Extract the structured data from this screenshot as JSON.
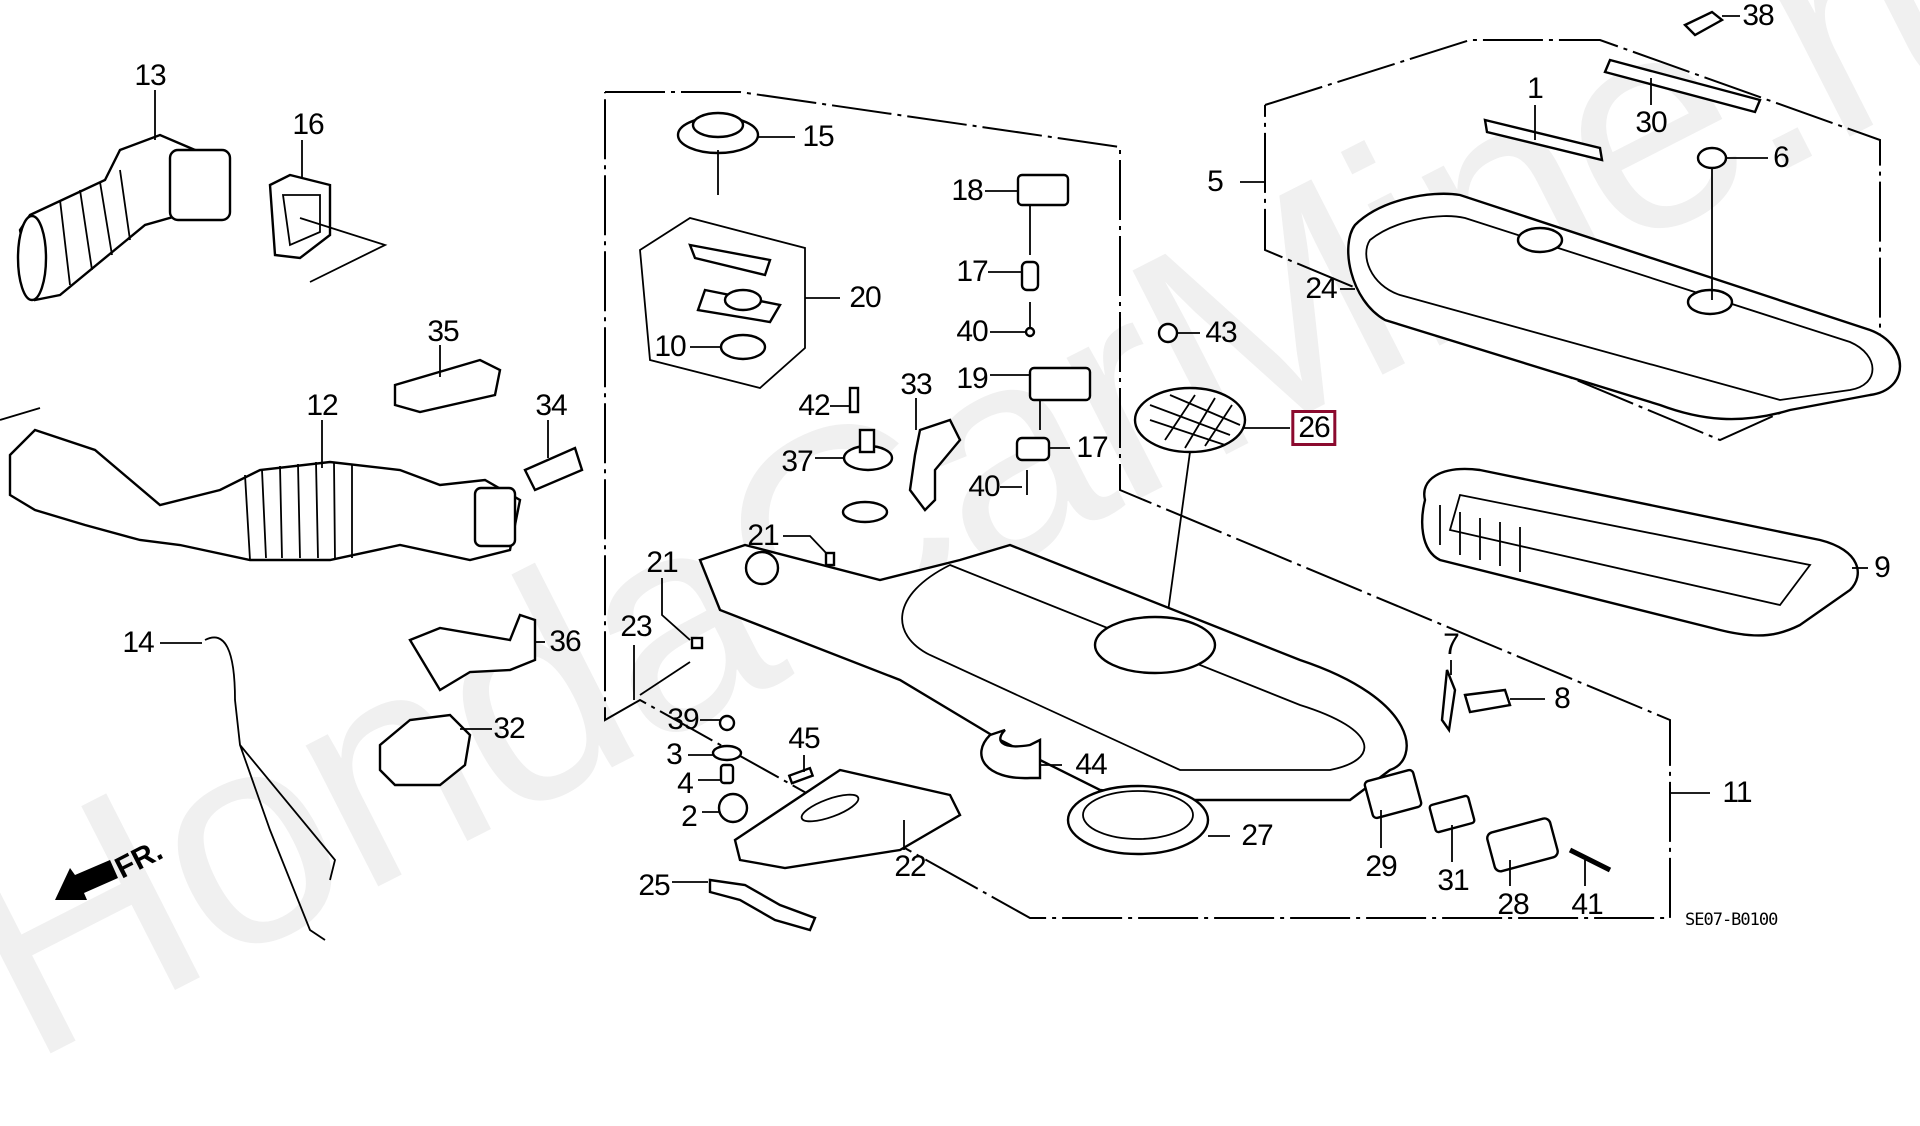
{
  "diagram": {
    "title_code": "SE07-B0100",
    "watermark": "HondaCarMine.ru",
    "direction_indicator": "FR.",
    "highlight_color": "#8b0a2e",
    "highlighted_part": "26",
    "callouts": [
      {
        "id": "c13",
        "text": "13"
      },
      {
        "id": "c16",
        "text": "16"
      },
      {
        "id": "c35",
        "text": "35"
      },
      {
        "id": "c34",
        "text": "34"
      },
      {
        "id": "c12",
        "text": "12"
      },
      {
        "id": "c14",
        "text": "14"
      },
      {
        "id": "c36",
        "text": "36"
      },
      {
        "id": "c32",
        "text": "32"
      },
      {
        "id": "c15",
        "text": "15"
      },
      {
        "id": "c20",
        "text": "20"
      },
      {
        "id": "c10",
        "text": "10"
      },
      {
        "id": "c18",
        "text": "18"
      },
      {
        "id": "c17a",
        "text": "17"
      },
      {
        "id": "c40a",
        "text": "40"
      },
      {
        "id": "c19",
        "text": "19"
      },
      {
        "id": "c17b",
        "text": "17"
      },
      {
        "id": "c40b",
        "text": "40"
      },
      {
        "id": "c43",
        "text": "43"
      },
      {
        "id": "c42",
        "text": "42"
      },
      {
        "id": "c33",
        "text": "33"
      },
      {
        "id": "c37",
        "text": "37"
      },
      {
        "id": "c21a",
        "text": "21"
      },
      {
        "id": "c21b",
        "text": "21"
      },
      {
        "id": "c23",
        "text": "23"
      },
      {
        "id": "c26",
        "text": "26"
      },
      {
        "id": "c1",
        "text": "1"
      },
      {
        "id": "c30",
        "text": "30"
      },
      {
        "id": "c38",
        "text": "38"
      },
      {
        "id": "c6",
        "text": "6"
      },
      {
        "id": "c5",
        "text": "5"
      },
      {
        "id": "c24",
        "text": "24"
      },
      {
        "id": "c9",
        "text": "9"
      },
      {
        "id": "c7",
        "text": "7"
      },
      {
        "id": "c8",
        "text": "8"
      },
      {
        "id": "c11",
        "text": "11"
      },
      {
        "id": "c39",
        "text": "39"
      },
      {
        "id": "c3",
        "text": "3"
      },
      {
        "id": "c4",
        "text": "4"
      },
      {
        "id": "c2",
        "text": "2"
      },
      {
        "id": "c45",
        "text": "45"
      },
      {
        "id": "c22",
        "text": "22"
      },
      {
        "id": "c25",
        "text": "25"
      },
      {
        "id": "c44",
        "text": "44"
      },
      {
        "id": "c27",
        "text": "27"
      },
      {
        "id": "c29",
        "text": "29"
      },
      {
        "id": "c31",
        "text": "31"
      },
      {
        "id": "c28",
        "text": "28"
      },
      {
        "id": "c41",
        "text": "41"
      }
    ]
  }
}
